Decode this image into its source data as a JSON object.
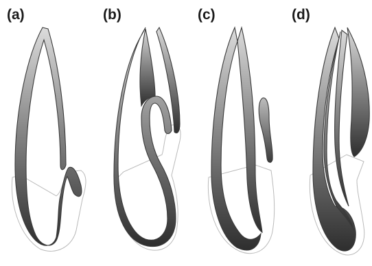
{
  "panels": [
    {
      "label": "(a)"
    },
    {
      "label": "(b)"
    },
    {
      "label": "(c)"
    },
    {
      "label": "(d)"
    }
  ],
  "colors": {
    "background": "#ffffff",
    "canal_light": "#d9d9d9",
    "canal_dark": "#333333",
    "outline": "#3a3a3a",
    "tissue_outline": "#b9b9b9"
  }
}
